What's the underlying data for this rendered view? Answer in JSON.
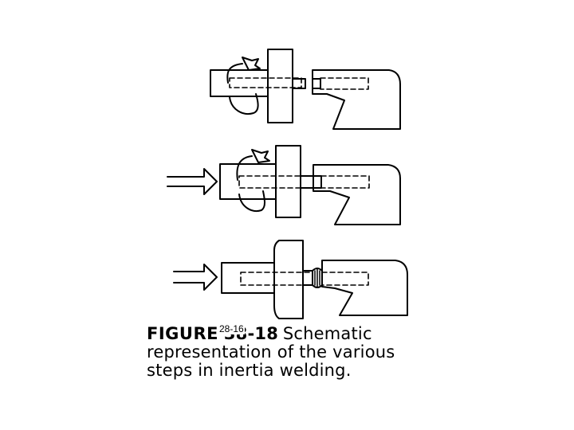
{
  "figure": {
    "overlay_number": "28-16",
    "caption": {
      "figure_word": "FIGURE",
      "original_number": "38-18",
      "line1_rest": "Schematic",
      "line2": "representation of the various",
      "line3": "steps in inertia welding."
    },
    "steps": [
      {
        "rotation": true,
        "applied_force": false,
        "parts_joined": false
      },
      {
        "rotation": true,
        "applied_force": true,
        "parts_joined": false
      },
      {
        "rotation": false,
        "applied_force": true,
        "parts_joined": true
      }
    ]
  }
}
